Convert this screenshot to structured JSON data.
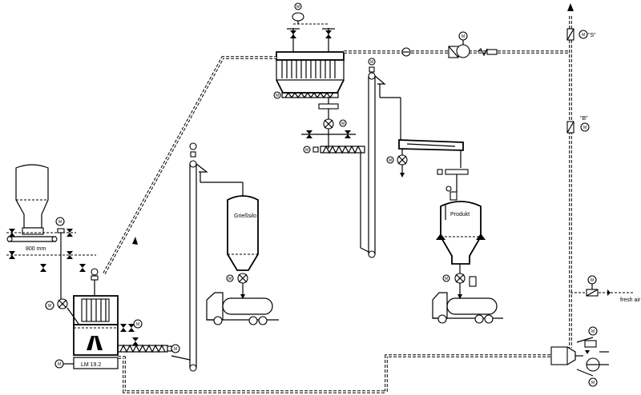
{
  "labels": {
    "width_800": "800 mm",
    "mill": "LM 19.2",
    "griessilo": "Grießsilo",
    "produkt": "Produkt",
    "fresh_air": "fresh air",
    "label_s": "\"S\"",
    "label_b": "\"B\""
  },
  "symbols": {
    "motor": "M"
  }
}
